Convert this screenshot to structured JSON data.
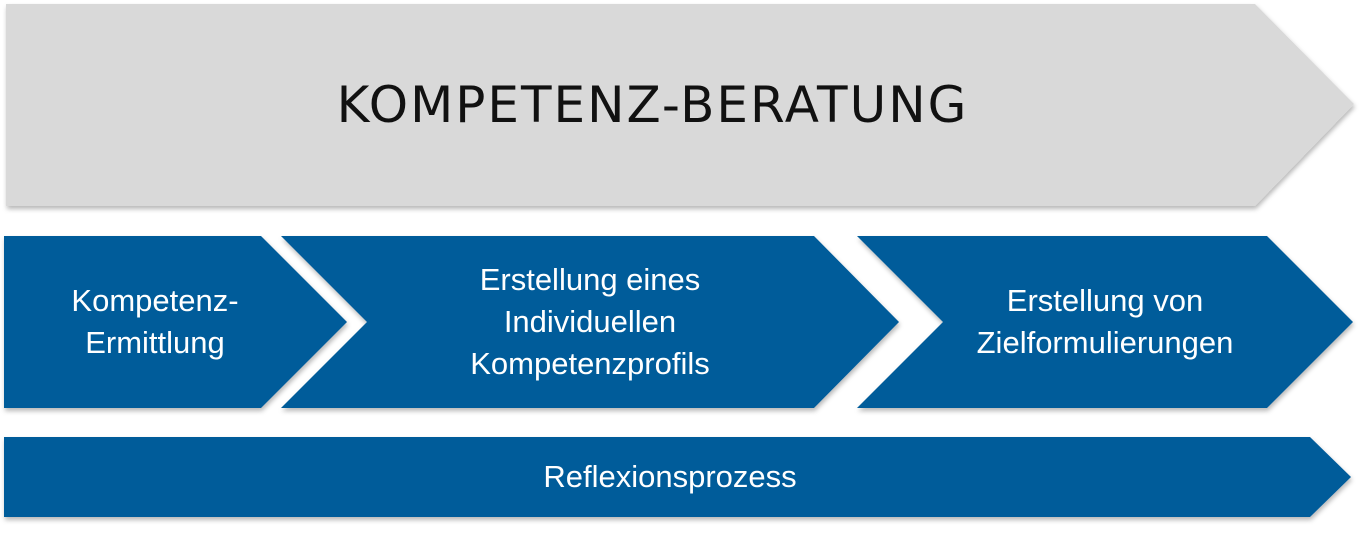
{
  "title": "KOMPETENZ-BERATUNG",
  "steps": [
    {
      "label": "Kompetenz-\nErmittlung"
    },
    {
      "label": "Erstellung eines\nIndividuellen\nKompetenzprofils"
    },
    {
      "label": "Erstellung von\nZielformulierungen"
    }
  ],
  "footer": "Reflexionsprozess",
  "colors": {
    "banner_fill": "#d9d9d9",
    "step_fill": "#005b9a",
    "step_text": "#ffffff",
    "title_text": "#111111"
  }
}
